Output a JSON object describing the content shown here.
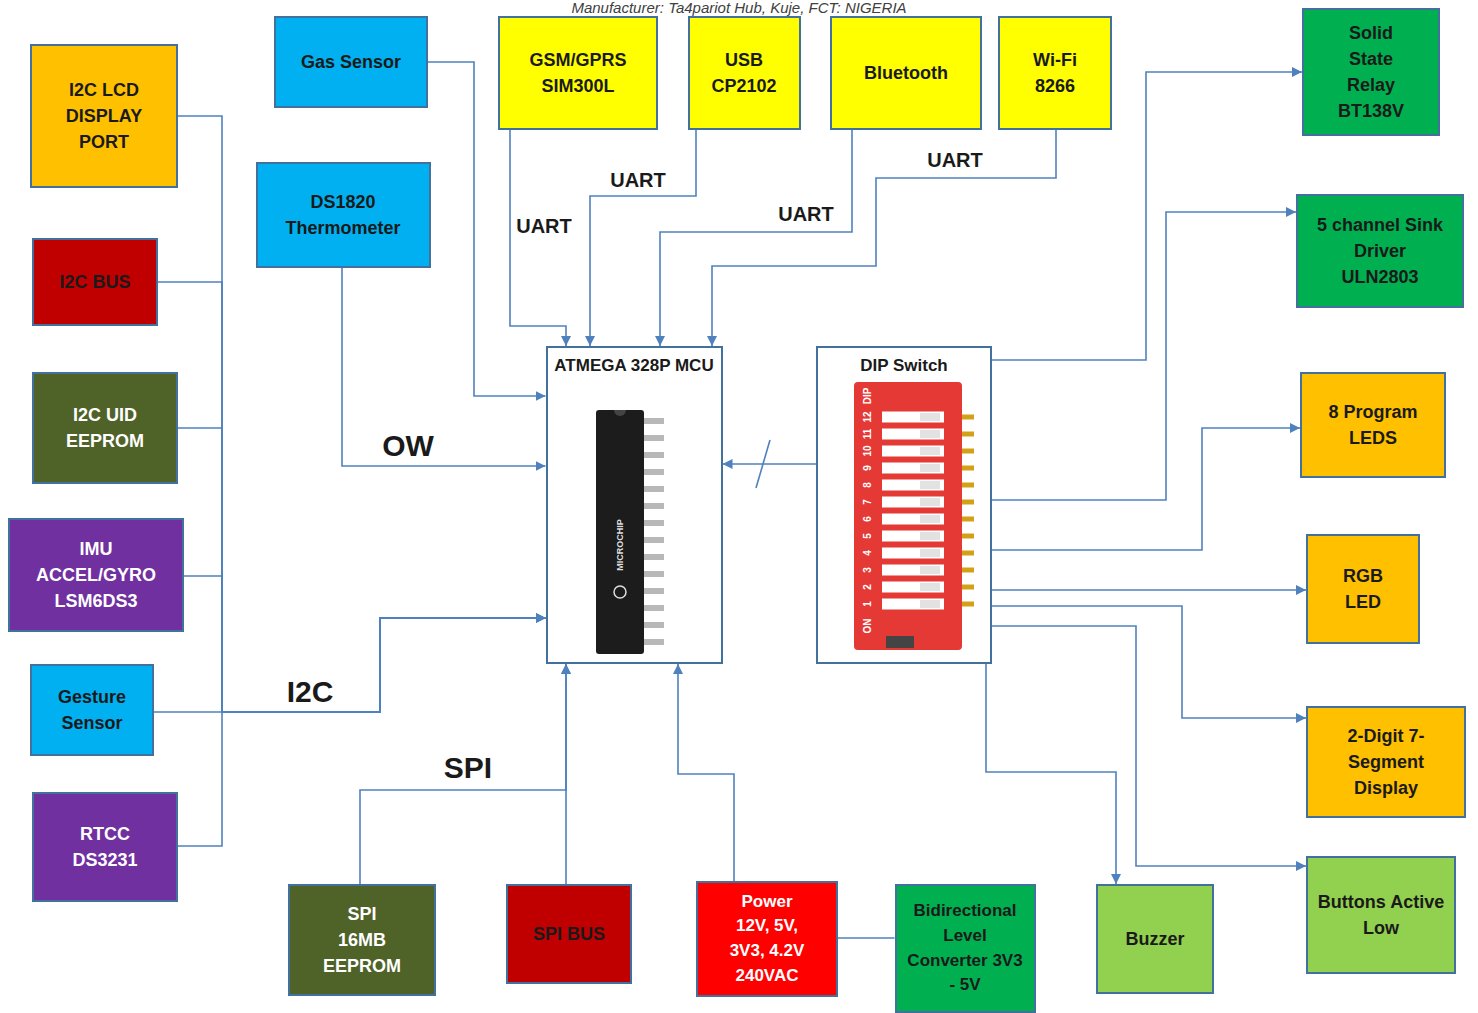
{
  "diagram": {
    "title": "Manufacturer: Ta4pariot Hub, Kuje, FCT: NIGERIA",
    "nodes": [
      {
        "text": [
          "I2C LCD DISPLAY PORT"
        ]
      },
      {
        "text": [
          "Gas Sensor"
        ]
      },
      {
        "text": [
          "GSM/GPRS SIM300L"
        ]
      },
      {
        "text": [
          "USB CP2102"
        ]
      },
      {
        "text": [
          "Bluetooth"
        ]
      },
      {
        "text": [
          "Wi-Fi 8266"
        ]
      },
      {
        "text": [
          "Solid State Relay BT138V"
        ]
      },
      {
        "text": [
          "I2C BUS"
        ]
      },
      {
        "text": [
          "DS1820 Thermometer"
        ]
      },
      {
        "text": [
          "5 channel Sink Driver ULN2803"
        ]
      },
      {
        "text": [
          "ATMEGA 328P MCU"
        ]
      },
      {
        "text": [
          "DIP Switch"
        ]
      },
      {
        "text": [
          "I2C UID EEPROM"
        ]
      },
      {
        "text": [
          "8 Program LEDS"
        ]
      },
      {
        "text": [
          "IMU ACCEL/GYRO LSM6DS3"
        ]
      },
      {
        "text": [
          "RGB LED"
        ]
      },
      {
        "text": [
          "Gesture Sensor"
        ]
      },
      {
        "text": [
          "2-Digit 7-Segment Display"
        ]
      },
      {
        "text": [
          "RTCC DS3231"
        ]
      },
      {
        "text": [
          "SPI 16MB EEPROM"
        ]
      },
      {
        "text": [
          "SPI BUS"
        ]
      },
      {
        "text": [
          "Power 12V, 5V, 3V3, 4.2V 240VAC"
        ]
      },
      {
        "text": [
          "Bidirectional Level Converter 3V3 - 5V"
        ]
      },
      {
        "text": [
          "Buzzer"
        ]
      },
      {
        "text": [
          "Buttons Active Low"
        ]
      }
    ],
    "edges": [
      {
        "from": 0,
        "to": 10,
        "arrow": "to"
      },
      {
        "from": 7,
        "to": 10,
        "arrow": "to"
      },
      {
        "from": 12,
        "to": 10,
        "arrow": "to"
      },
      {
        "from": 14,
        "to": 10,
        "arrow": "to"
      },
      {
        "from": 16,
        "to": 10,
        "label": "I2C",
        "arrow": "to"
      },
      {
        "from": 18,
        "to": 10,
        "arrow": "to"
      },
      {
        "from": 1,
        "to": 10,
        "arrow": "to"
      },
      {
        "from": 8,
        "to": 10,
        "label": "OW",
        "arrow": "to"
      },
      {
        "from": 2,
        "to": 10,
        "label": "UART",
        "arrow": "to"
      },
      {
        "from": 3,
        "to": 10,
        "label": "UART",
        "arrow": "to"
      },
      {
        "from": 4,
        "to": 10,
        "label": "UART",
        "arrow": "to"
      },
      {
        "from": 5,
        "to": 10,
        "label": "UART",
        "arrow": "to"
      },
      {
        "from": 11,
        "to": 10,
        "arrow": "to"
      },
      {
        "from": 11,
        "to": 6,
        "arrow": "to"
      },
      {
        "from": 11,
        "to": 9,
        "arrow": "to"
      },
      {
        "from": 11,
        "to": 13,
        "arrow": "to"
      },
      {
        "from": 11,
        "to": 15,
        "arrow": "to"
      },
      {
        "from": 11,
        "to": 17,
        "arrow": "to"
      },
      {
        "from": 11,
        "to": 23,
        "arrow": "to"
      },
      {
        "from": 11,
        "to": 24,
        "arrow": "to"
      },
      {
        "from": 19,
        "to": 10,
        "label": "SPI",
        "arrow": "to"
      },
      {
        "from": 20,
        "to": 10,
        "arrow": "to"
      },
      {
        "from": 21,
        "to": 10,
        "arrow": "to"
      },
      {
        "from": 21,
        "to": 22,
        "arrow": "none"
      }
    ],
    "labels": [
      "MICROCHIP",
      "DIP",
      "12",
      "11",
      "10",
      "9",
      "8",
      "7",
      "6",
      "5",
      "4",
      "3",
      "2",
      "1",
      "ON"
    ]
  }
}
